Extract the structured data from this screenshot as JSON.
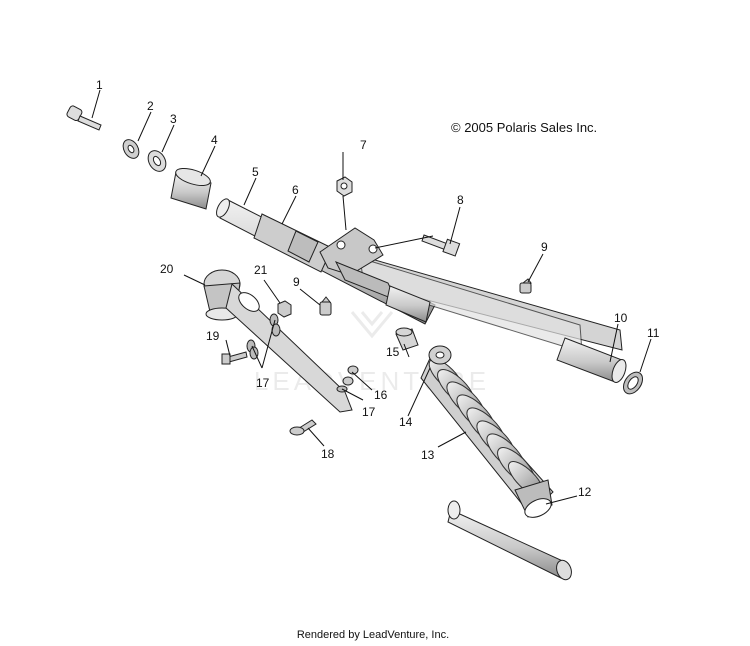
{
  "copyright": "© 2005 Polaris Sales Inc.",
  "footer": "Rendered by LeadVenture, Inc.",
  "watermark_text": "LEADVENTURE",
  "callouts": [
    "1",
    "2",
    "3",
    "4",
    "5",
    "6",
    "7",
    "8",
    "9",
    "9",
    "10",
    "11",
    "12",
    "13",
    "14",
    "15",
    "16",
    "17",
    "17",
    "18",
    "19",
    "20",
    "21"
  ]
}
